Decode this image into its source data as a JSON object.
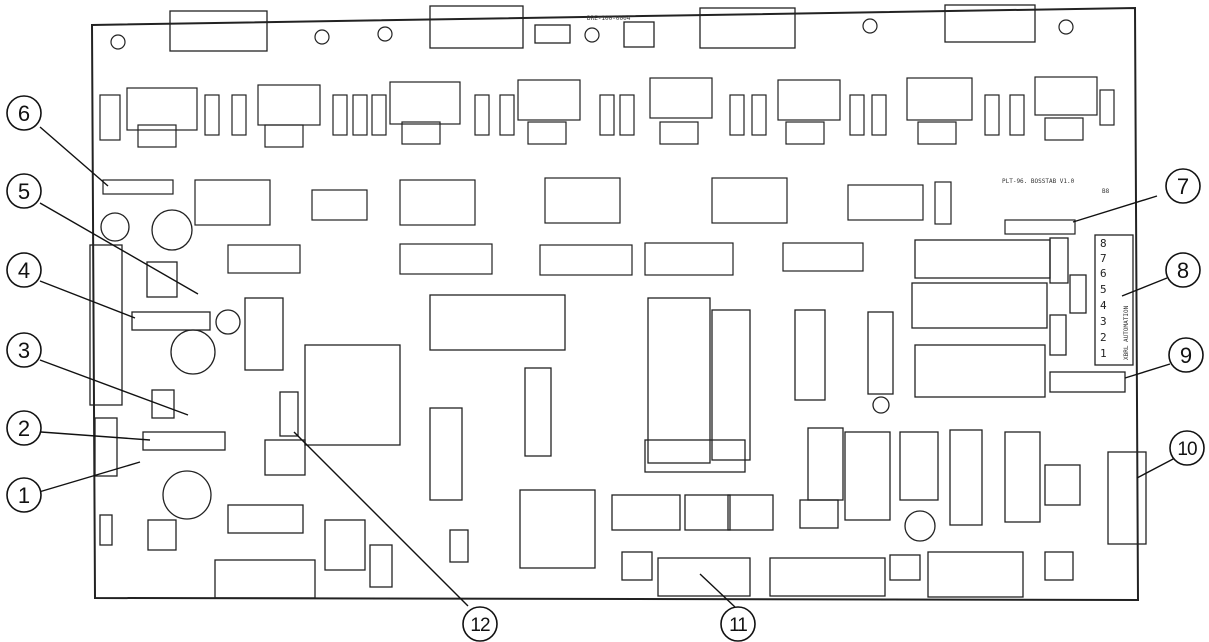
{
  "callouts": [
    {
      "id": "1",
      "label": "1"
    },
    {
      "id": "2",
      "label": "2"
    },
    {
      "id": "3",
      "label": "3"
    },
    {
      "id": "4",
      "label": "4"
    },
    {
      "id": "5",
      "label": "5"
    },
    {
      "id": "6",
      "label": "6"
    },
    {
      "id": "7",
      "label": "7"
    },
    {
      "id": "8",
      "label": "8"
    },
    {
      "id": "9",
      "label": "9"
    },
    {
      "id": "10",
      "label": "10"
    },
    {
      "id": "11",
      "label": "11"
    },
    {
      "id": "12",
      "label": "12"
    }
  ],
  "connector_pins": [
    "8",
    "7",
    "6",
    "5",
    "4",
    "3",
    "2",
    "1"
  ],
  "board_text": {
    "title_line": "PLT-96. BOSSTAB V1.0",
    "title_line2": "B8",
    "connector_caption": "XBRL AUTOMATION",
    "ic_code": "DRE-100-0004"
  },
  "colors": {
    "ink": "#1a1a1a",
    "paper": "#ffffff",
    "board": "#ffffff",
    "faint": "#444444"
  }
}
